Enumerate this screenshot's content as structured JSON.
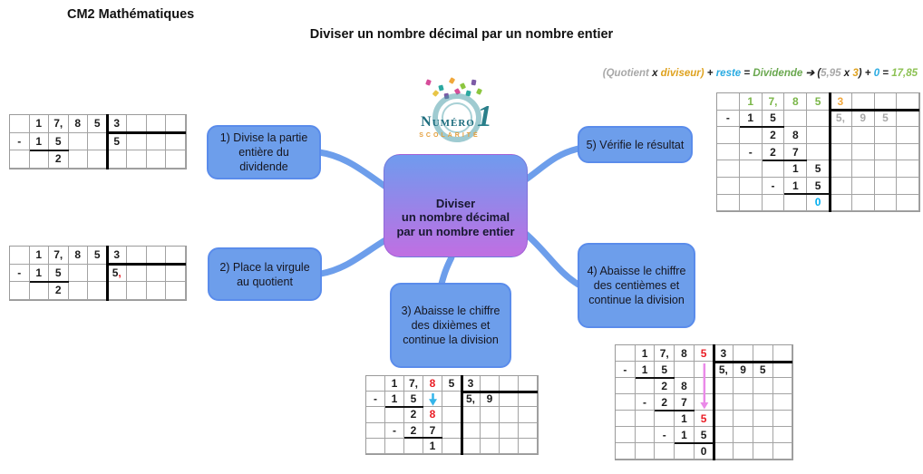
{
  "header": {
    "course_label": "CM2 Mathématiques",
    "title": "Diviser un nombre décimal par un nombre entier"
  },
  "formula": {
    "parts": [
      {
        "t": "(Quotient ",
        "c": "gray"
      },
      {
        "t": "x ",
        "c": "black"
      },
      {
        "t": "diviseur)",
        "c": "gold"
      },
      {
        "t": " + ",
        "c": "black"
      },
      {
        "t": "reste",
        "c": "cyan"
      },
      {
        "t": " = ",
        "c": "black"
      },
      {
        "t": "Dividende",
        "c": "green"
      },
      {
        "t": " ➔ ",
        "c": "black"
      },
      {
        "t": "(",
        "c": "black"
      },
      {
        "t": "5,95",
        "c": "gray"
      },
      {
        "t": " x ",
        "c": "black"
      },
      {
        "t": "3",
        "c": "gold"
      },
      {
        "t": ")",
        "c": "black"
      },
      {
        "t": " + ",
        "c": "black"
      },
      {
        "t": "0",
        "c": "cyan"
      },
      {
        "t": " = ",
        "c": "black"
      },
      {
        "t": "17,85",
        "c": "lgreen"
      }
    ]
  },
  "logo": {
    "name": "Numéro",
    "number": "1",
    "subtitle": "SCOLARITÉ"
  },
  "center_node": {
    "label": "Diviser\nun nombre décimal\npar un nombre entier"
  },
  "steps": [
    {
      "label": "1) Divise la partie entière du dividende"
    },
    {
      "label": "2) Place la virgule au quotient"
    },
    {
      "label": "3) Abaisse le chiffre des dixièmes et continue la division"
    },
    {
      "label": "4) Abaisse le chiffre des centièmes et continue la division"
    },
    {
      "label": "5) Vérifie le résultat"
    }
  ],
  "colors": {
    "box_blue": "#6d9eeb",
    "node_top": "#6f9bee",
    "node_bottom": "#c06fe2",
    "digit_black": "#1c1c1c",
    "digit_red": "#ea1c24",
    "digit_green": "#7ab648",
    "digit_orange": "#f2a73b",
    "digit_gray": "#a9a9a9",
    "digit_cyan": "#00aeef",
    "arrow_cyan": "#35b5ea",
    "arrow_pink": "#ea8ae8"
  },
  "grids": [
    {
      "id": "step1",
      "rows": [
        [
          "",
          "1",
          "7,",
          "8",
          "5",
          "3",
          "",
          "",
          ""
        ],
        [
          "-",
          "1",
          "5",
          "",
          "",
          "5",
          "",
          "",
          ""
        ],
        [
          "",
          "",
          "2",
          "",
          "",
          "",
          "",
          "",
          ""
        ]
      ],
      "vline": 5,
      "bracket": 1,
      "underlines": [
        {
          "row": 1,
          "c0": 1,
          "c1": 2
        }
      ],
      "arrows": []
    },
    {
      "id": "step2",
      "rows": [
        [
          "",
          "1",
          "7,",
          "8",
          "5",
          "3",
          "",
          "",
          ""
        ],
        [
          "-",
          "1",
          "5",
          "",
          "",
          {
            "seg": [
              {
                "t": "5",
                "c": "k"
              },
              {
                "t": " ,",
                "c": "r"
              }
            ]
          },
          "",
          "",
          ""
        ],
        [
          "",
          "",
          "2",
          "",
          "",
          "",
          "",
          "",
          ""
        ]
      ],
      "vline": 5,
      "bracket": 1,
      "underlines": [
        {
          "row": 1,
          "c0": 1,
          "c1": 2
        }
      ],
      "arrows": []
    },
    {
      "id": "step3",
      "rows": [
        [
          "",
          "1",
          "7,",
          {
            "t": "8",
            "c": "r"
          },
          "5",
          "3",
          "",
          "",
          ""
        ],
        [
          "-",
          "1",
          "5",
          "",
          "",
          "5,",
          "9",
          "",
          ""
        ],
        [
          "",
          "",
          "2",
          {
            "t": "8",
            "c": "r"
          },
          "",
          "",
          "",
          "",
          ""
        ],
        [
          "",
          "-",
          "2",
          "7",
          "",
          "",
          "",
          "",
          ""
        ],
        [
          "",
          "",
          "",
          "1",
          "",
          "",
          "",
          "",
          ""
        ]
      ],
      "vline": 5,
      "bracket": 1,
      "underlines": [
        {
          "row": 1,
          "c0": 1,
          "c1": 2
        },
        {
          "row": 3,
          "c0": 2,
          "c1": 3
        }
      ],
      "arrows": [
        {
          "col": 3,
          "r0": 1,
          "r1": 1,
          "c": "arrow_cyan"
        }
      ]
    },
    {
      "id": "step4",
      "rows": [
        [
          "",
          "1",
          "7,",
          "8",
          {
            "t": "5",
            "c": "r"
          },
          "3",
          "",
          "",
          ""
        ],
        [
          "-",
          "1",
          "5",
          "",
          "",
          "5,",
          "9",
          "5",
          ""
        ],
        [
          "",
          "",
          "2",
          "8",
          "",
          "",
          "",
          "",
          ""
        ],
        [
          "",
          "-",
          "2",
          "7",
          "",
          "",
          "",
          "",
          ""
        ],
        [
          "",
          "",
          "",
          "1",
          {
            "t": "5",
            "c": "r"
          },
          "",
          "",
          "",
          ""
        ],
        [
          "",
          "",
          "-",
          "1",
          "5",
          "",
          "",
          "",
          ""
        ],
        [
          "",
          "",
          "",
          "",
          "0",
          "",
          "",
          "",
          ""
        ]
      ],
      "vline": 5,
      "bracket": 1,
      "underlines": [
        {
          "row": 1,
          "c0": 1,
          "c1": 2
        },
        {
          "row": 3,
          "c0": 2,
          "c1": 3
        },
        {
          "row": 5,
          "c0": 3,
          "c1": 4
        }
      ],
      "arrows": [
        {
          "col": 4,
          "r0": 1,
          "r1": 3,
          "c": "arrow_pink"
        }
      ]
    },
    {
      "id": "step5",
      "rows": [
        [
          "",
          {
            "t": "1",
            "c": "g"
          },
          {
            "t": "7,",
            "c": "g"
          },
          {
            "t": "8",
            "c": "g"
          },
          {
            "t": "5",
            "c": "g"
          },
          {
            "t": "3",
            "c": "o"
          },
          "",
          "",
          ""
        ],
        [
          "-",
          "1",
          "5",
          "",
          "",
          {
            "t": "5,",
            "c": "gy"
          },
          {
            "t": "9",
            "c": "gy"
          },
          {
            "t": "5",
            "c": "gy"
          },
          ""
        ],
        [
          "",
          "",
          "2",
          "8",
          "",
          "",
          "",
          "",
          ""
        ],
        [
          "",
          "-",
          "2",
          "7",
          "",
          "",
          "",
          "",
          ""
        ],
        [
          "",
          "",
          "",
          "1",
          "5",
          "",
          "",
          "",
          ""
        ],
        [
          "",
          "",
          "-",
          "1",
          "5",
          "",
          "",
          "",
          ""
        ],
        [
          "",
          "",
          "",
          "",
          {
            "t": "0",
            "c": "c"
          },
          "",
          "",
          "",
          ""
        ]
      ],
      "vline": 5,
      "bracket": 1,
      "underlines": [
        {
          "row": 1,
          "c0": 1,
          "c1": 2
        },
        {
          "row": 3,
          "c0": 2,
          "c1": 3
        },
        {
          "row": 5,
          "c0": 3,
          "c1": 4
        }
      ],
      "arrows": []
    }
  ]
}
